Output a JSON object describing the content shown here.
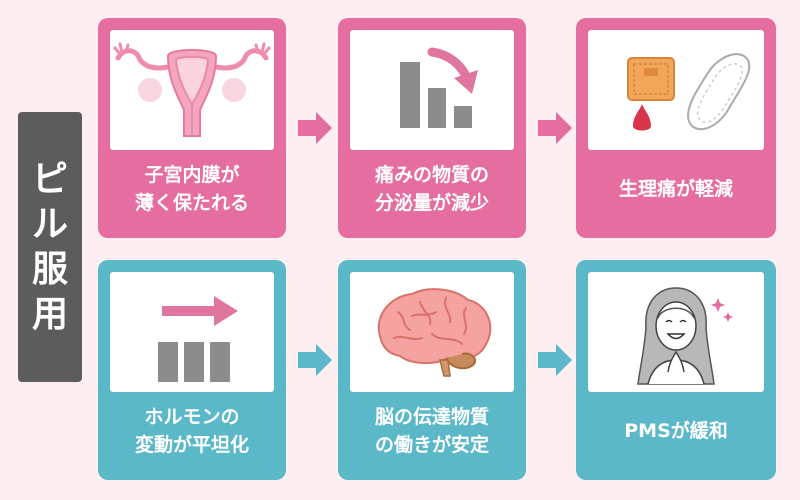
{
  "side_label": [
    "ピ",
    "ル",
    "服",
    "用"
  ],
  "colors": {
    "pink": "#e66d9f",
    "teal": "#5ab8c9",
    "label_bg": "#5c5c5c",
    "background": "#fdeef1"
  },
  "rows": [
    {
      "cards": [
        {
          "icon": "uterus-icon",
          "lines": [
            "子宮内膜が",
            "薄く保たれる"
          ]
        },
        {
          "icon": "decreasing-bar-chart-icon",
          "lines": [
            "痛みの物質の",
            "分泌量が減少"
          ]
        },
        {
          "icon": "heat-pad-and-sanitary-pad-icon",
          "lines": [
            "生理痛が軽減"
          ]
        }
      ]
    },
    {
      "cards": [
        {
          "icon": "stable-bar-chart-icon",
          "lines": [
            "ホルモンの",
            "変動が平坦化"
          ]
        },
        {
          "icon": "brain-icon",
          "lines": [
            "脳の伝達物質",
            "の働きが安定"
          ]
        },
        {
          "icon": "smiling-woman-icon",
          "lines": [
            "PMSが緩和"
          ]
        }
      ]
    }
  ]
}
